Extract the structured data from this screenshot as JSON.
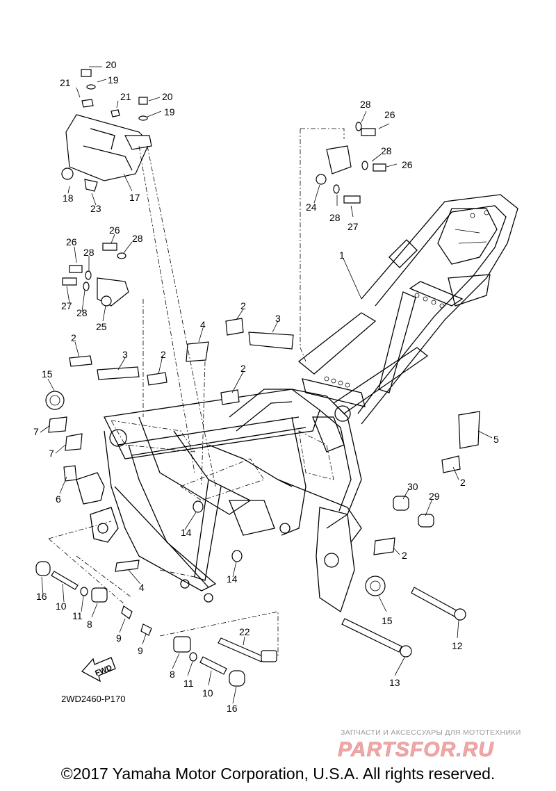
{
  "diagram": {
    "code": "2WD2460-P170",
    "fwd_label": "FWD",
    "callouts": [
      "1",
      "2",
      "3",
      "4",
      "5",
      "6",
      "7",
      "8",
      "9",
      "10",
      "11",
      "12",
      "13",
      "14",
      "15",
      "16",
      "17",
      "18",
      "19",
      "20",
      "21",
      "22",
      "23",
      "24",
      "25",
      "26",
      "27",
      "28",
      "29",
      "30"
    ]
  },
  "watermark": {
    "subtitle": "ЗАПЧАСТИ И АКСЕССУАРЫ ДЛЯ МОТОТЕХНИКИ",
    "brand": "PARTSFOR.RU"
  },
  "footer": {
    "copyright": "©2017 Yamaha Motor Corporation, U.S.A. All rights reserved."
  }
}
